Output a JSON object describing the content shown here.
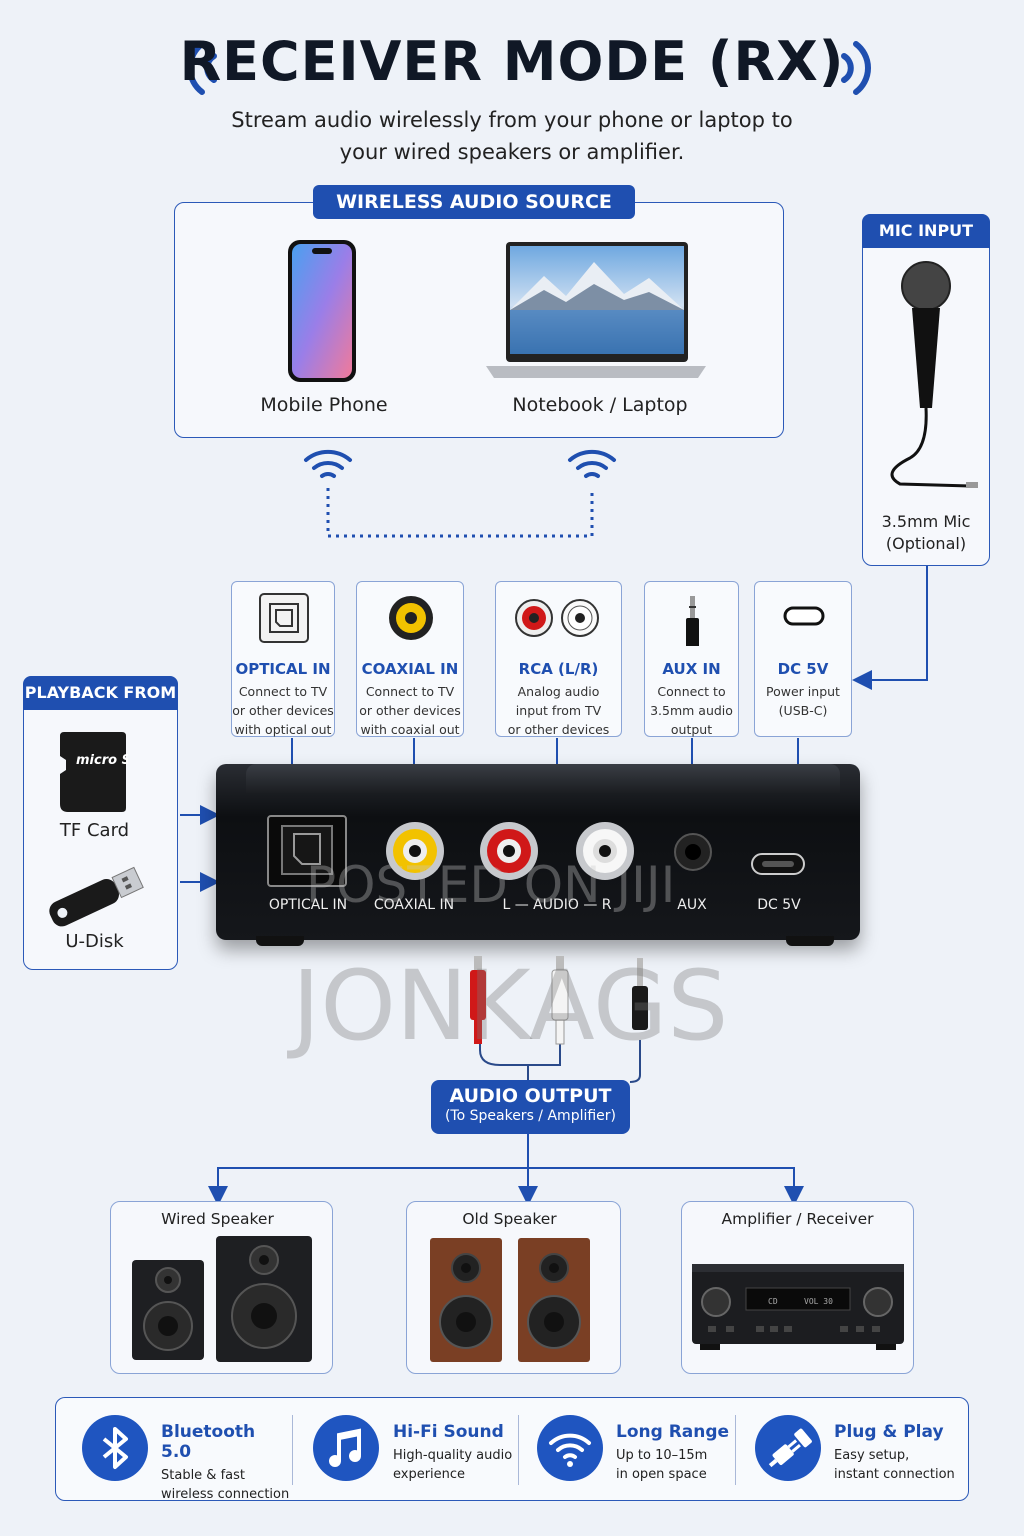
{
  "header": {
    "title": "RECEIVER MODE (RX)",
    "subtitle": "Stream audio wirelessly from your phone or laptop to your wired speakers or amplifier."
  },
  "wireless_source": {
    "tag": "WIRELESS AUDIO SOURCE",
    "items": [
      {
        "label": "Mobile Phone",
        "icon": "phone-icon"
      },
      {
        "label": "Notebook / Laptop",
        "icon": "laptop-icon"
      }
    ]
  },
  "mic": {
    "tag": "MIC INPUT",
    "label_line1": "3.5mm Mic",
    "label_line2": "(Optional)"
  },
  "playback": {
    "tag": "PLAYBACK FROM",
    "items": [
      {
        "label": "TF Card",
        "icon": "microsd-card-icon",
        "card_text": "micro SD HC"
      },
      {
        "label": "U-Disk",
        "icon": "usb-drive-icon"
      }
    ]
  },
  "ports": [
    {
      "title": "OPTICAL IN",
      "desc": [
        "Connect to TV",
        "or other devices",
        "with optical out"
      ]
    },
    {
      "title": "COAXIAL IN",
      "desc": [
        "Connect to TV",
        "or other devices",
        "with coaxial out"
      ]
    },
    {
      "title": "RCA (L/R)",
      "desc": [
        "Analog audio",
        "input from TV",
        "or other devices"
      ]
    },
    {
      "title": "AUX IN",
      "desc": [
        "Connect to",
        "3.5mm audio",
        "output"
      ]
    },
    {
      "title": "DC 5V",
      "desc": [
        "Power input",
        "(USB-C)"
      ]
    }
  ],
  "device_labels": {
    "optical": "OPTICAL IN",
    "coaxial": "COAXIAL IN",
    "audio": "L — AUDIO — R",
    "aux": "AUX",
    "dc": "DC 5V"
  },
  "watermarks": {
    "posted": "POSTED ON JIJI",
    "brand": "JONKAGS"
  },
  "output": {
    "title": "AUDIO OUTPUT",
    "subtitle": "(To Speakers / Amplifier)"
  },
  "targets": [
    {
      "label": "Wired Speaker"
    },
    {
      "label": "Old Speaker"
    },
    {
      "label": "Amplifier / Receiver",
      "display_left": "CD",
      "display_right": "VOL 30"
    }
  ],
  "features": [
    {
      "title": "Bluetooth 5.0",
      "desc": [
        "Stable & fast",
        "wireless connection"
      ],
      "icon": "bluetooth-icon"
    },
    {
      "title": "Hi-Fi Sound",
      "desc": [
        "High-quality audio",
        "experience"
      ],
      "icon": "music-note-icon"
    },
    {
      "title": "Long Range",
      "desc": [
        "Up to 10–15m",
        "in open space"
      ],
      "icon": "wifi-signal-icon"
    },
    {
      "title": "Plug & Play",
      "desc": [
        "Easy setup,",
        "instant connection"
      ],
      "icon": "plug-icon"
    }
  ],
  "colors": {
    "accent": "#1f4fb0",
    "background": "#eef2f8",
    "device": "#121418"
  }
}
